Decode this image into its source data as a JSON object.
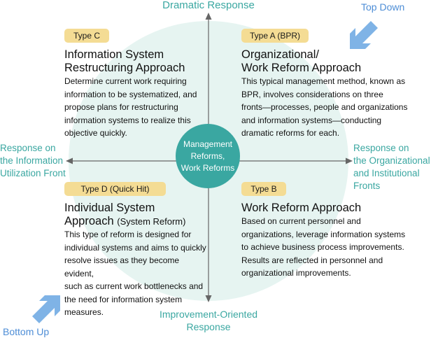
{
  "axes": {
    "top": "Dramatic Response",
    "bottom_line1": "Improvement-Oriented",
    "bottom_line2": "Response",
    "left_line1": "Response on",
    "left_line2": "the Information",
    "left_line3": "Utilization Front",
    "right_line1": "Response on",
    "right_line2": "the Organizational",
    "right_line3": "and Institutional Fronts"
  },
  "corners": {
    "top_right": "Top Down",
    "bottom_left": "Bottom Up"
  },
  "center": {
    "line1": "Management",
    "line2": "Reforms,",
    "line3": "Work Reforms"
  },
  "quadrants": {
    "type_c": {
      "tag": "Type C",
      "title_line1": "Information System",
      "title_line2": "Restructuring Approach",
      "body": [
        "Determine current work requiring",
        "information to be systematized, and",
        "propose plans for restructuring",
        "information systems to realize this",
        "objective quickly."
      ]
    },
    "type_a": {
      "tag": "Type A (BPR)",
      "title_line1": "Organizational/",
      "title_line2": "Work Reform Approach",
      "body": [
        "This typical management method, known as",
        "BPR, involves considerations on three",
        "fronts—processes, people and organizations",
        "and information systems—conducting",
        "dramatic reforms for each."
      ]
    },
    "type_d": {
      "tag": "Type D (Quick Hit)",
      "title_line1": "Individual System",
      "title_line2": "Approach",
      "title_suffix": "(System Reform)",
      "body": [
        "This type of reform is designed for",
        "individual systems and aims to quickly",
        "resolve issues as they become evident,",
        "such as current work bottlenecks and",
        "the need for information system",
        "measures."
      ]
    },
    "type_b": {
      "tag": "Type B",
      "title_line1": "Work Reform Approach",
      "body": [
        "Based on current personnel and",
        "organizations, leverage information systems",
        "to achieve business process improvements.",
        "Results are reflected in personnel and",
        "organizational improvements."
      ]
    }
  },
  "colors": {
    "teal": "#3aa7a1",
    "circle_fill": "#e6f4f1",
    "tag_fill": "#f4dc94",
    "arrow_blue": "#7fb3e6",
    "axis_gray": "#666666"
  }
}
